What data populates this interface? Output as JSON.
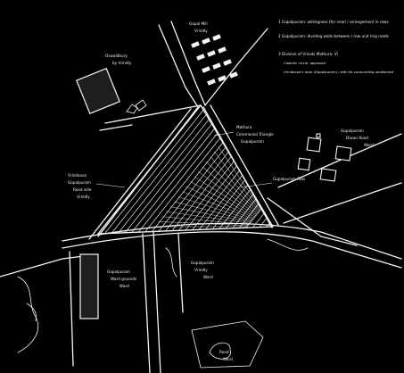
{
  "legend": {
    "items": [
      "1 Gopalpuram: willingness (for new) / arrangement in rows",
      "2 Gopalpuram: dividing walls between / row and ring roads",
      "3 Division of Vrisaki Mathura: Vi",
      "Cleared: circle, approach",
      "Vrindavan's local (Gopalpuram) / with its surrounding landlocked"
    ]
  },
  "labels": {
    "top_left": [
      "Oswaldbury",
      "by Vrindly"
    ],
    "left_mid": [
      "Vrindavan",
      "Gopalpuram",
      "Road side",
      "Vrindly"
    ],
    "center_right": [
      "Mathura",
      "Ceremonial Triangle",
      "Gopalpuram"
    ],
    "right_mid": [
      "Gopalpuram Row"
    ],
    "far_right": [
      "Gopalpuram",
      "Diwan Road",
      "Ward"
    ],
    "bottom_left": [
      "Gopalpuram",
      "Ward grounds",
      "Ward"
    ],
    "bottom_mid": [
      "Gopalpuram",
      "Vrindly",
      "Ward"
    ],
    "bottom_right_box": [
      "Road",
      "Ward"
    ],
    "top_block": [
      "Gopal Mill",
      "Vrindly"
    ]
  }
}
